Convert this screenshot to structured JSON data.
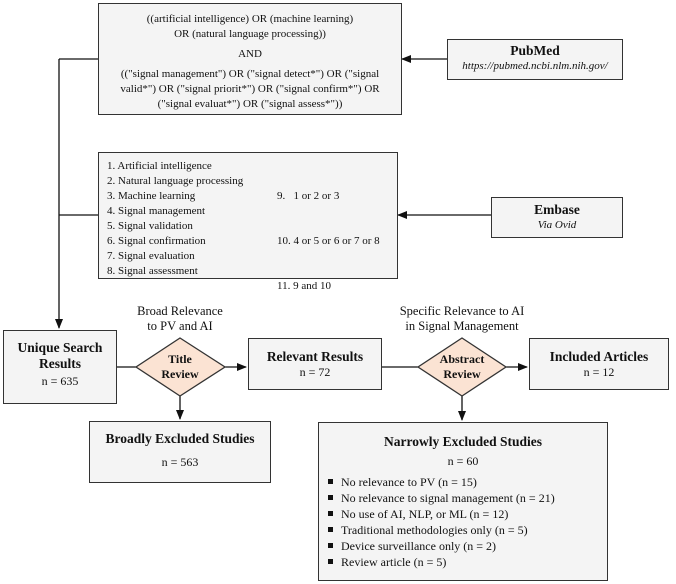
{
  "pubmed_query": {
    "line1": "((artificial intelligence) OR (machine learning)",
    "line2": "OR (natural language processing))",
    "and": "AND",
    "line3": "((\"signal management\") OR (\"signal detect*\") OR (\"signal",
    "line4": "valid*\") OR (\"signal priorit*\") OR (\"signal confirm*\") OR",
    "line5": "(\"signal evaluat*\") OR (\"signal assess*\"))"
  },
  "pubmed_source": {
    "name": "PubMed",
    "url": "https://pubmed.ncbi.nlm.nih.gov/"
  },
  "embase_query": {
    "left_items": [
      "1. Artificial intelligence",
      "2. Natural language processing",
      "3. Machine learning",
      "4. Signal management",
      "5. Signal validation",
      "6. Signal confirmation",
      "7. Signal evaluation",
      "8. Signal assessment"
    ],
    "right_items": [
      "9.   1 or 2 or 3",
      "10. 4 or 5 or 6 or 7 or 8",
      "11. 9 and 10"
    ]
  },
  "embase_source": {
    "name": "Embase",
    "via": "Via Ovid"
  },
  "unique_results": {
    "title_line1": "Unique Search",
    "title_line2": "Results",
    "count": "n = 635"
  },
  "title_review": {
    "caption_line1": "Broad Relevance",
    "caption_line2": "to PV and AI",
    "label_line1": "Title",
    "label_line2": "Review"
  },
  "relevant_results": {
    "title": "Relevant Results",
    "count": "n = 72"
  },
  "abstract_review": {
    "caption_line1": "Specific Relevance to AI",
    "caption_line2": "in Signal Management",
    "label_line1": "Abstract",
    "label_line2": "Review"
  },
  "included_articles": {
    "title": "Included Articles",
    "count": "n = 12"
  },
  "broadly_excluded": {
    "title": "Broadly Excluded Studies",
    "count": "n = 563"
  },
  "narrowly_excluded": {
    "title": "Narrowly Excluded Studies",
    "count": "n = 60",
    "reasons": [
      "No relevance to PV (n = 15)",
      "No relevance to signal management (n = 21)",
      "No use of AI, NLP, or ML (n = 12)",
      "Traditional methodologies only (n = 5)",
      "Device surveillance only (n = 2)",
      "Review article (n = 5)"
    ]
  },
  "colors": {
    "box_fill": "#f4f4f4",
    "diamond_fill": "#fbe3d3",
    "line": "#111111"
  }
}
